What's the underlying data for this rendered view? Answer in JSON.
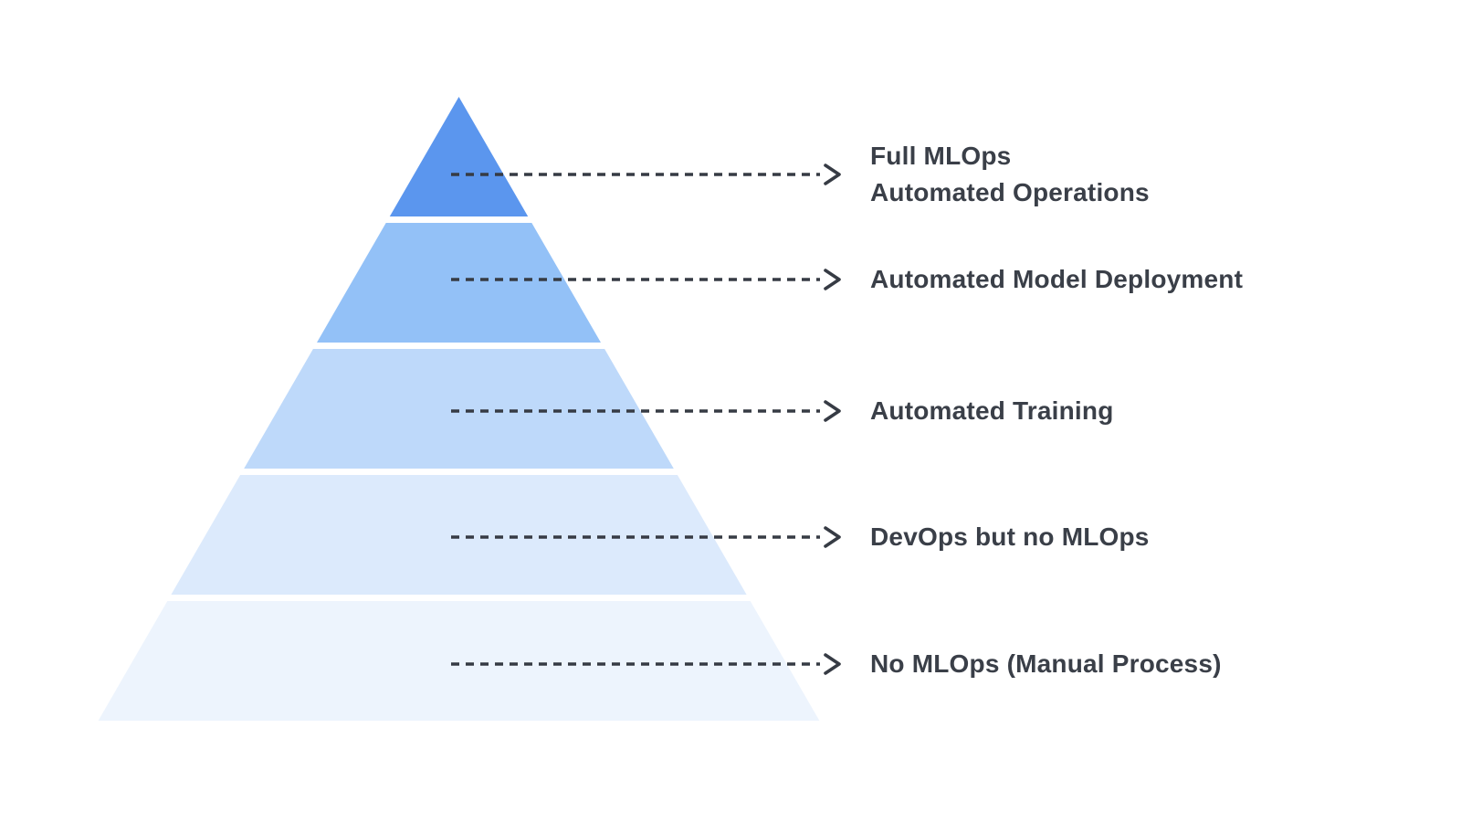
{
  "diagram": {
    "type": "pyramid",
    "background_color": "#ffffff",
    "arrow_color": "#363b44",
    "label_color": "#3a3f48",
    "gap_color": "#ffffff",
    "levels": [
      {
        "id": "full-mlops",
        "lines": [
          "Full MLOps",
          "Automated Operations"
        ],
        "color": "#5b96ee"
      },
      {
        "id": "automated-model-deployment",
        "lines": [
          "Automated Model Deployment"
        ],
        "color": "#93c1f7"
      },
      {
        "id": "automated-training",
        "lines": [
          "Automated Training"
        ],
        "color": "#bed9fa"
      },
      {
        "id": "devops-but-no-mlops",
        "lines": [
          "DevOps but no MLOps"
        ],
        "color": "#dceafc"
      },
      {
        "id": "no-mlops-manual-process",
        "lines": [
          "No MLOps (Manual Process)"
        ],
        "color": "#edf4fd"
      }
    ]
  }
}
